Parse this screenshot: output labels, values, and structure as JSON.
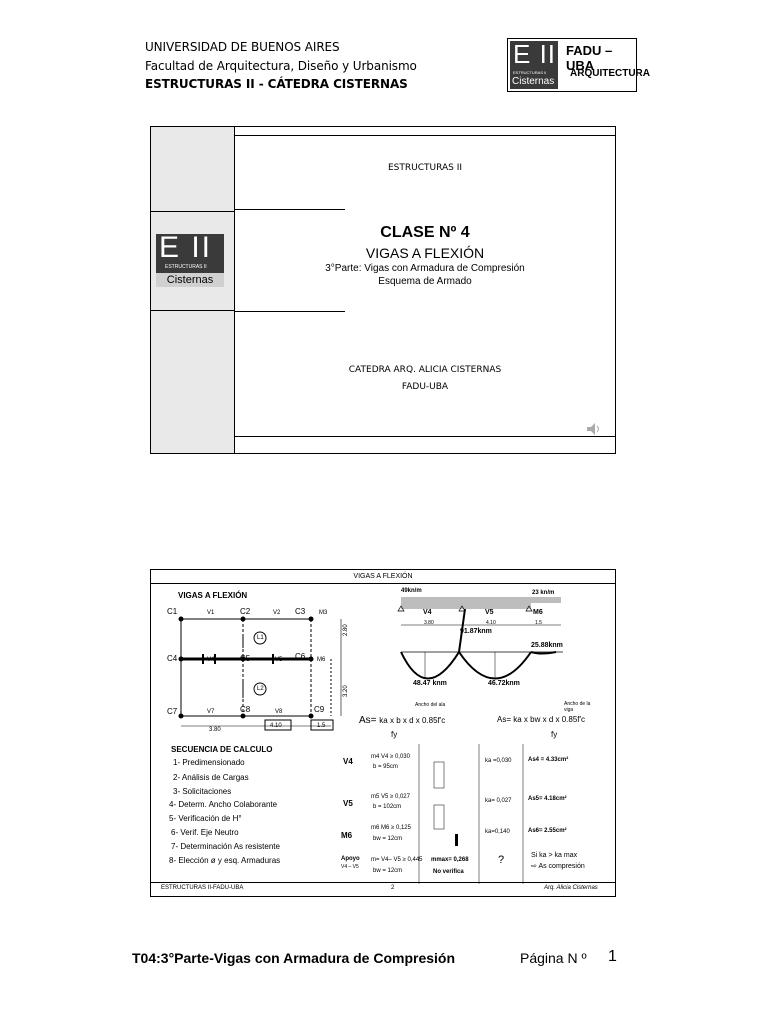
{
  "header": {
    "line1": "UNIVERSIDAD DE BUENOS AIRES",
    "line2": "Facultad de Arquitectura, Diseño y Urbanismo",
    "line3": "ESTRUCTURAS II - CÁTEDRA CISTERNAS",
    "logo": {
      "eii": "E II",
      "small": "ESTRUCTURAS II",
      "cisternas": "Cisternas",
      "fadu": "FADU – UBA",
      "arq": "ARQUITECTURA"
    }
  },
  "slide1": {
    "top_text": "ESTRUCTURAS II",
    "logo": {
      "eii": "E II",
      "small": "ESTRUCTURAS II",
      "cisternas": "Cisternas"
    },
    "clase": "CLASE Nº 4",
    "subtitle": "VIGAS A FLEXIÓN",
    "part": "3°Parte: Vigas con Armadura de Compresión",
    "scheme": "Esquema de Armado",
    "catedra": "CATEDRA ARQ. ALICIA CISTERNAS",
    "fadu": "FADU-UBA"
  },
  "slide2": {
    "band_title": "VIGAS A FLEXIÓN",
    "left_title": "VIGAS A FLEXIÓN",
    "plan": {
      "columns": [
        "C1",
        "C2",
        "C3",
        "C4",
        "C5",
        "C6",
        "C7",
        "C8",
        "C9"
      ],
      "beams": [
        "V1",
        "V2",
        "M3",
        "V4",
        "V5",
        "M6",
        "V7",
        "V8"
      ],
      "slabs": [
        "L1",
        "L2"
      ],
      "dims": [
        "3.80",
        "4.10",
        "1.5",
        "2.80",
        "3.20"
      ]
    },
    "loads": {
      "left": "49kn/m",
      "right": "23 kn/m"
    },
    "beam_labels": [
      "V4",
      "V5",
      "M6"
    ],
    "spans": [
      "3.80",
      "4.10",
      "1.5"
    ],
    "moments": {
      "support": "91.87knm",
      "cantilever": "25.88knm",
      "span1": "48.47 knm",
      "span2": "46.72knm"
    },
    "annot": {
      "ala": "Ancho del ala",
      "viga": "Ancho de la viga"
    },
    "formula1": {
      "lhs": "As=",
      "body": "ka x b x d x 0.85f'c",
      "den": "fy"
    },
    "formula2": {
      "lhs": "As=",
      "body": "ka x bw x d x 0.85f'c",
      "den": "fy"
    },
    "sequence_title": "SECUENCIA DE CALCULO",
    "steps": [
      "1- Predimensionado",
      "2- Análisis de Cargas",
      "3- Solicitaciones",
      "4- Determ. Ancho Colaborante",
      "5- Verificación de H°",
      "6- Verif. Eje Neutro",
      "7- Determinación As resistente",
      "8- Elección ø y esq. Armaduras"
    ],
    "rows": [
      {
        "label": "V4",
        "m": "m4 V4 ≥ 0,030",
        "b": "b = 95cm",
        "ka": "ka =0,030",
        "as": "As4 = 4.33cm²"
      },
      {
        "label": "V5",
        "m": "m5 V5 ≥ 0,027",
        "b": "b = 102cm",
        "ka": "ka= 0,027",
        "as": "As5= 4.18cm²"
      },
      {
        "label": "M6",
        "m": "m6 M6 ≥ 0,125",
        "b": "bw = 12cm",
        "ka": "ka=0,140",
        "as": "As6= 2.55cm²"
      }
    ],
    "apoyo": {
      "label": "Apoyo",
      "sub": "V4 – V5",
      "m": "m= V4– V5 ≥ 0,445",
      "mmax": "mmax= 0,268",
      "bw": "bw = 12cm",
      "nover": "No verifica",
      "q": "?",
      "si": "Si ka > ka max",
      "as": "As compresión"
    },
    "footer_left": "ESTRUCTURAS II-FADU-UBA",
    "footer_mid": "2",
    "footer_right": "Arq. Alicia Cisternas"
  },
  "footer": {
    "title": "T04:3°Parte-Vigas con Armadura de Compresión",
    "page_label": "Página N º",
    "page_number": "1"
  }
}
